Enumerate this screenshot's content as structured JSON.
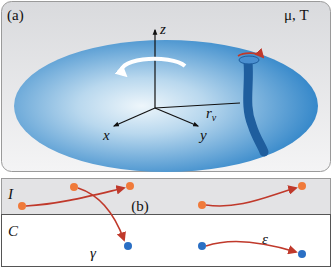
{
  "diagram": {
    "nodes": [
      {
        "text": [
          "I"
        ]
      },
      {
        "text": [
          "C"
        ]
      }
    ],
    "labels": [
      "(a)",
      "z",
      "x",
      "y",
      "rv",
      "μ, T",
      "(b)",
      "γ",
      "ε"
    ]
  }
}
